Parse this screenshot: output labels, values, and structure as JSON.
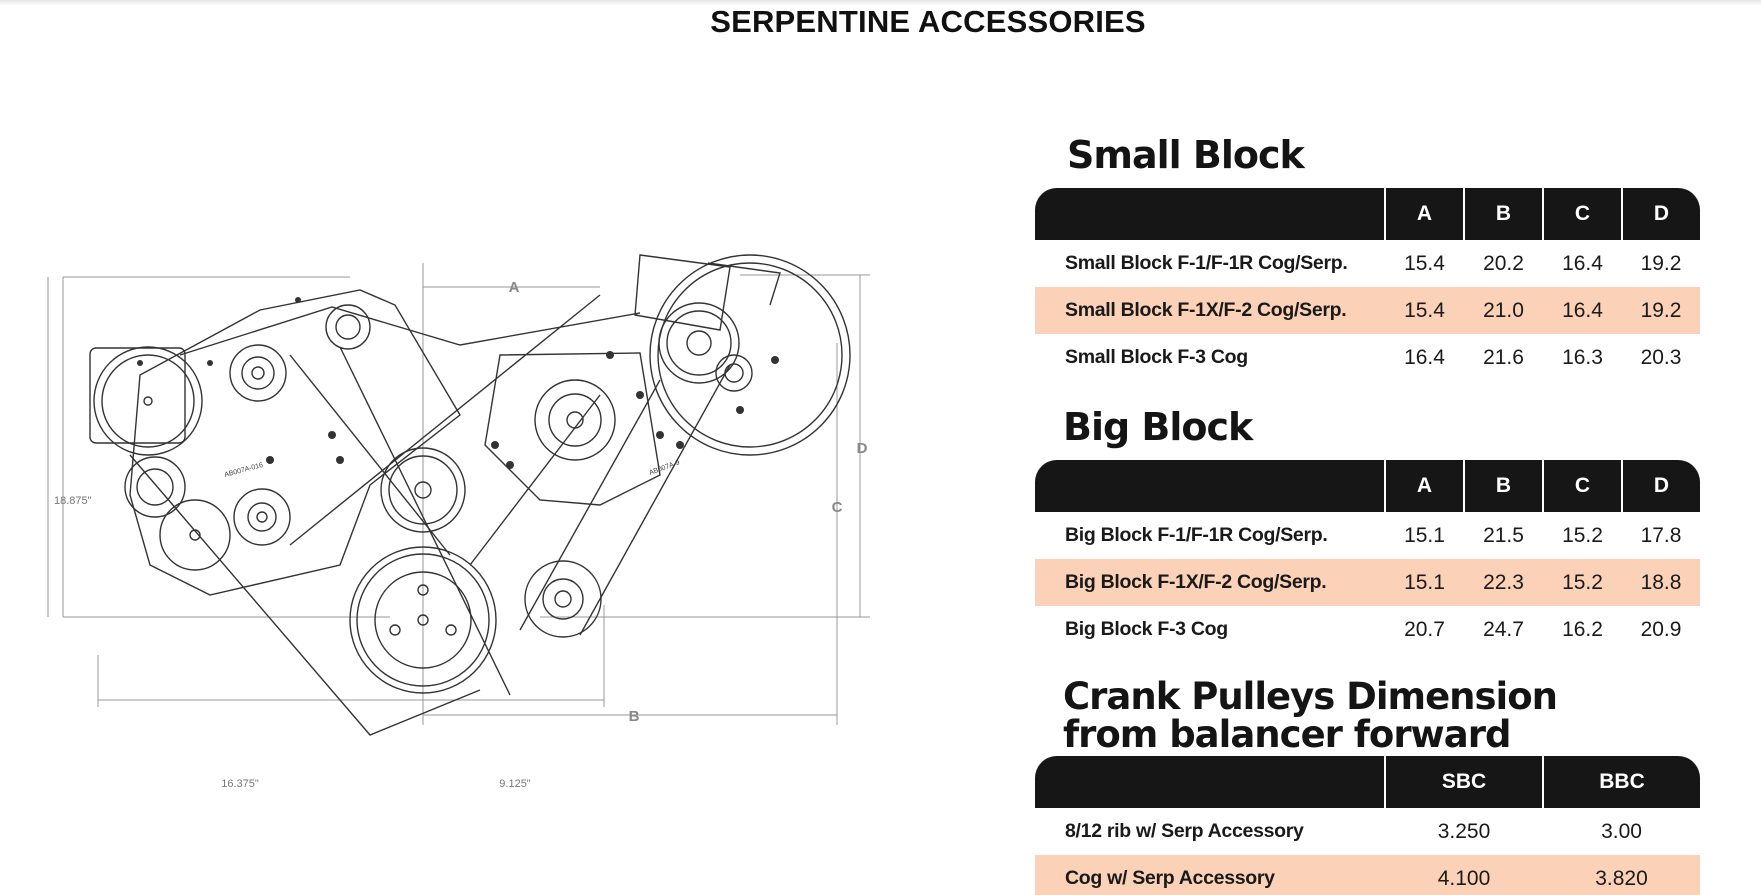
{
  "page": {
    "title": "SERPENTINE ACCESSORIES"
  },
  "diagram": {
    "dimension_labels": {
      "a": "A",
      "b": "B",
      "c": "C",
      "d": "D",
      "height": "18.875\"",
      "width_left": "16.375\"",
      "width_right": "9.125\""
    },
    "part_numbers": {
      "left": "AB007A-016",
      "right": "AB007A-9"
    }
  },
  "small_block": {
    "title": "Small Block",
    "headers": [
      "",
      "A",
      "B",
      "C",
      "D"
    ],
    "rows": [
      {
        "label": "Small Block  F-1/F-1R  Cog/Serp.",
        "a": "15.4",
        "b": "20.2",
        "c": "16.4",
        "d": "19.2",
        "highlight": false
      },
      {
        "label": "Small Block  F-1X/F-2  Cog/Serp.",
        "a": "15.4",
        "b": "21.0",
        "c": "16.4",
        "d": "19.2",
        "highlight": true
      },
      {
        "label": "Small Block  F-3  Cog",
        "a": "16.4",
        "b": "21.6",
        "c": "16.3",
        "d": "20.3",
        "highlight": false
      }
    ]
  },
  "big_block": {
    "title": "Big Block",
    "headers": [
      "",
      "A",
      "B",
      "C",
      "D"
    ],
    "rows": [
      {
        "label": "Big Block  F-1/F-1R  Cog/Serp.",
        "a": "15.1",
        "b": "21.5",
        "c": "15.2",
        "d": "17.8",
        "highlight": false
      },
      {
        "label": "Big Block  F-1X/F-2  Cog/Serp.",
        "a": "15.1",
        "b": "22.3",
        "c": "15.2",
        "d": "18.8",
        "highlight": true
      },
      {
        "label": "Big Block  F-3  Cog",
        "a": "20.7",
        "b": "24.7",
        "c": "16.2",
        "d": "20.9",
        "highlight": false
      }
    ]
  },
  "crank_pulleys": {
    "title_line1": "Crank Pulleys Dimension",
    "title_line2": "from balancer forward",
    "headers": [
      "",
      "SBC",
      "BBC"
    ],
    "rows": [
      {
        "label": "8/12 rib w/ Serp Accessory",
        "sbc": "3.250",
        "bbc": "3.00",
        "highlight": false
      },
      {
        "label": "Cog w/ Serp Accessory",
        "sbc": "4.100",
        "bbc": "3.820",
        "highlight": true
      }
    ]
  },
  "colors": {
    "header_bg": "#161616",
    "highlight_row": "#fbd2b7",
    "line_art": "#333333",
    "dimension_lines": "#999999"
  }
}
